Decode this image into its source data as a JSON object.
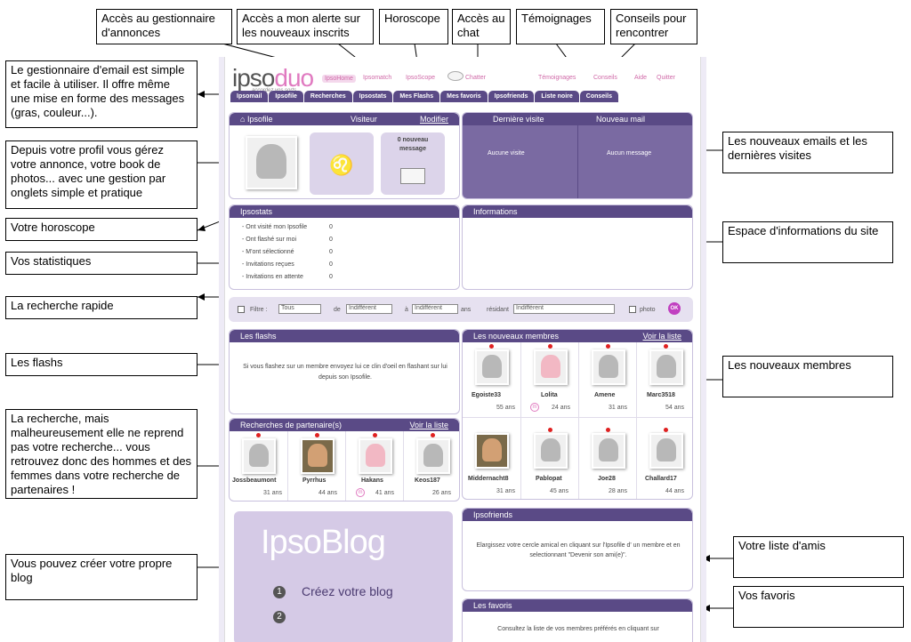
{
  "callouts": {
    "top": [
      "Accès au gestionnaire d'annonces",
      "Accès a mon alerte sur les nouveaux inscrits",
      "Horoscope",
      "Accès au chat",
      "Témoignages",
      "Conseils pour rencontrer"
    ],
    "left": [
      "Le gestionnaire d'email est simple et facile à utiliser. Il offre même une mise en forme des messages (gras, couleur...).",
      "Depuis votre profil vous gérez votre annonce, votre book de photos...  avec une gestion par onglets simple et pratique",
      "Votre horoscope",
      "Vos statistiques",
      "La recherche rapide",
      "Les flashs",
      "La recherche, mais malheureusement elle ne reprend pas votre recherche... vous retrouvez donc des hommes et des femmes dans votre recherche de partenaires !",
      "Vous pouvez créer votre propre blog"
    ],
    "right": [
      "Les nouveaux emails et les dernières visites",
      "Espace d'informations du site",
      "Les nouveaux membres",
      "Votre liste d'amis",
      "Vos favoris"
    ]
  },
  "site": {
    "logo": "ipsoduo",
    "tagline": "accordez vos sorts",
    "toplinks": [
      "IpsoHome",
      "Ipsomatch",
      "IpsoScope",
      "Chatter",
      "Témoignages",
      "Conseils",
      "Aide",
      "Quitter"
    ],
    "tabs": [
      "Ipsomail",
      "Ipsofile",
      "Recherches",
      "Ipsostats",
      "Mes Flashs",
      "Mes favoris",
      "Ipsofriends",
      "Liste noire",
      "Conseils"
    ]
  },
  "ipsofile": {
    "title": "Ipsofile",
    "status": "Visiteur",
    "modify": "Modifier",
    "msg_count": "0 nouveau",
    "msg_label": "message"
  },
  "visits": {
    "h1": "Dernière visite",
    "h2": "Nouveau mail",
    "v1": "Aucune visite",
    "v2": "Aucun message"
  },
  "ipsostats": {
    "title": "Ipsostats",
    "rows": [
      [
        "- Ont visité mon Ipsofile",
        "0"
      ],
      [
        "- Ont flashé sur moi",
        "0"
      ],
      [
        "- M'ont sélectionné",
        "0"
      ],
      [
        "- Invitations reçues",
        "0"
      ],
      [
        "- Invitations en attente",
        "0"
      ]
    ]
  },
  "informations": {
    "title": "Informations"
  },
  "search": {
    "filter": "Filtre :",
    "tous": "Tous",
    "de": "de",
    "indiff": "Indifférent",
    "a": "à",
    "ans": "ans",
    "residant": "résidant",
    "photo": "photo",
    "ok": "OK"
  },
  "flashs": {
    "title": "Les flashs",
    "text": "Si vous flashez sur un membre envoyez lui ce clin d'oeil en flashant sur lui depuis son Ipsofile."
  },
  "newmembers": {
    "title": "Les nouveaux membres",
    "link": "Voir la liste",
    "members": [
      {
        "name": "Egoiste33",
        "age": "55 ans"
      },
      {
        "name": "Lolita",
        "age": "24 ans"
      },
      {
        "name": "Amene",
        "age": "31 ans"
      },
      {
        "name": "Marc3518",
        "age": "54 ans"
      },
      {
        "name": "Middernacht8",
        "age": "31 ans"
      },
      {
        "name": "Pablopat",
        "age": "45 ans"
      },
      {
        "name": "Joe28",
        "age": "28 ans"
      },
      {
        "name": "Challard17",
        "age": "44 ans"
      }
    ]
  },
  "partners": {
    "title": "Recherches de partenaire(s)",
    "link": "Voir la liste",
    "members": [
      {
        "name": "Jossbeaumont",
        "age": "31 ans"
      },
      {
        "name": "Pyrrhus",
        "age": "44 ans"
      },
      {
        "name": "Hakans",
        "age": "41 ans"
      },
      {
        "name": "Keos187",
        "age": "26 ans"
      }
    ]
  },
  "blog": {
    "title": "IpsoBlog",
    "step1": "Créez votre blog"
  },
  "ipsofriends": {
    "title": "Ipsofriends",
    "text": "Elargissez votre cercle amical en cliquant sur l'Ipsofile d' un membre et en selectionnant \"Devenir son ami(e)\"."
  },
  "favoris": {
    "title": "Les favoris",
    "text": "Consultez la liste de vos membres préférés en cliquant sur"
  }
}
